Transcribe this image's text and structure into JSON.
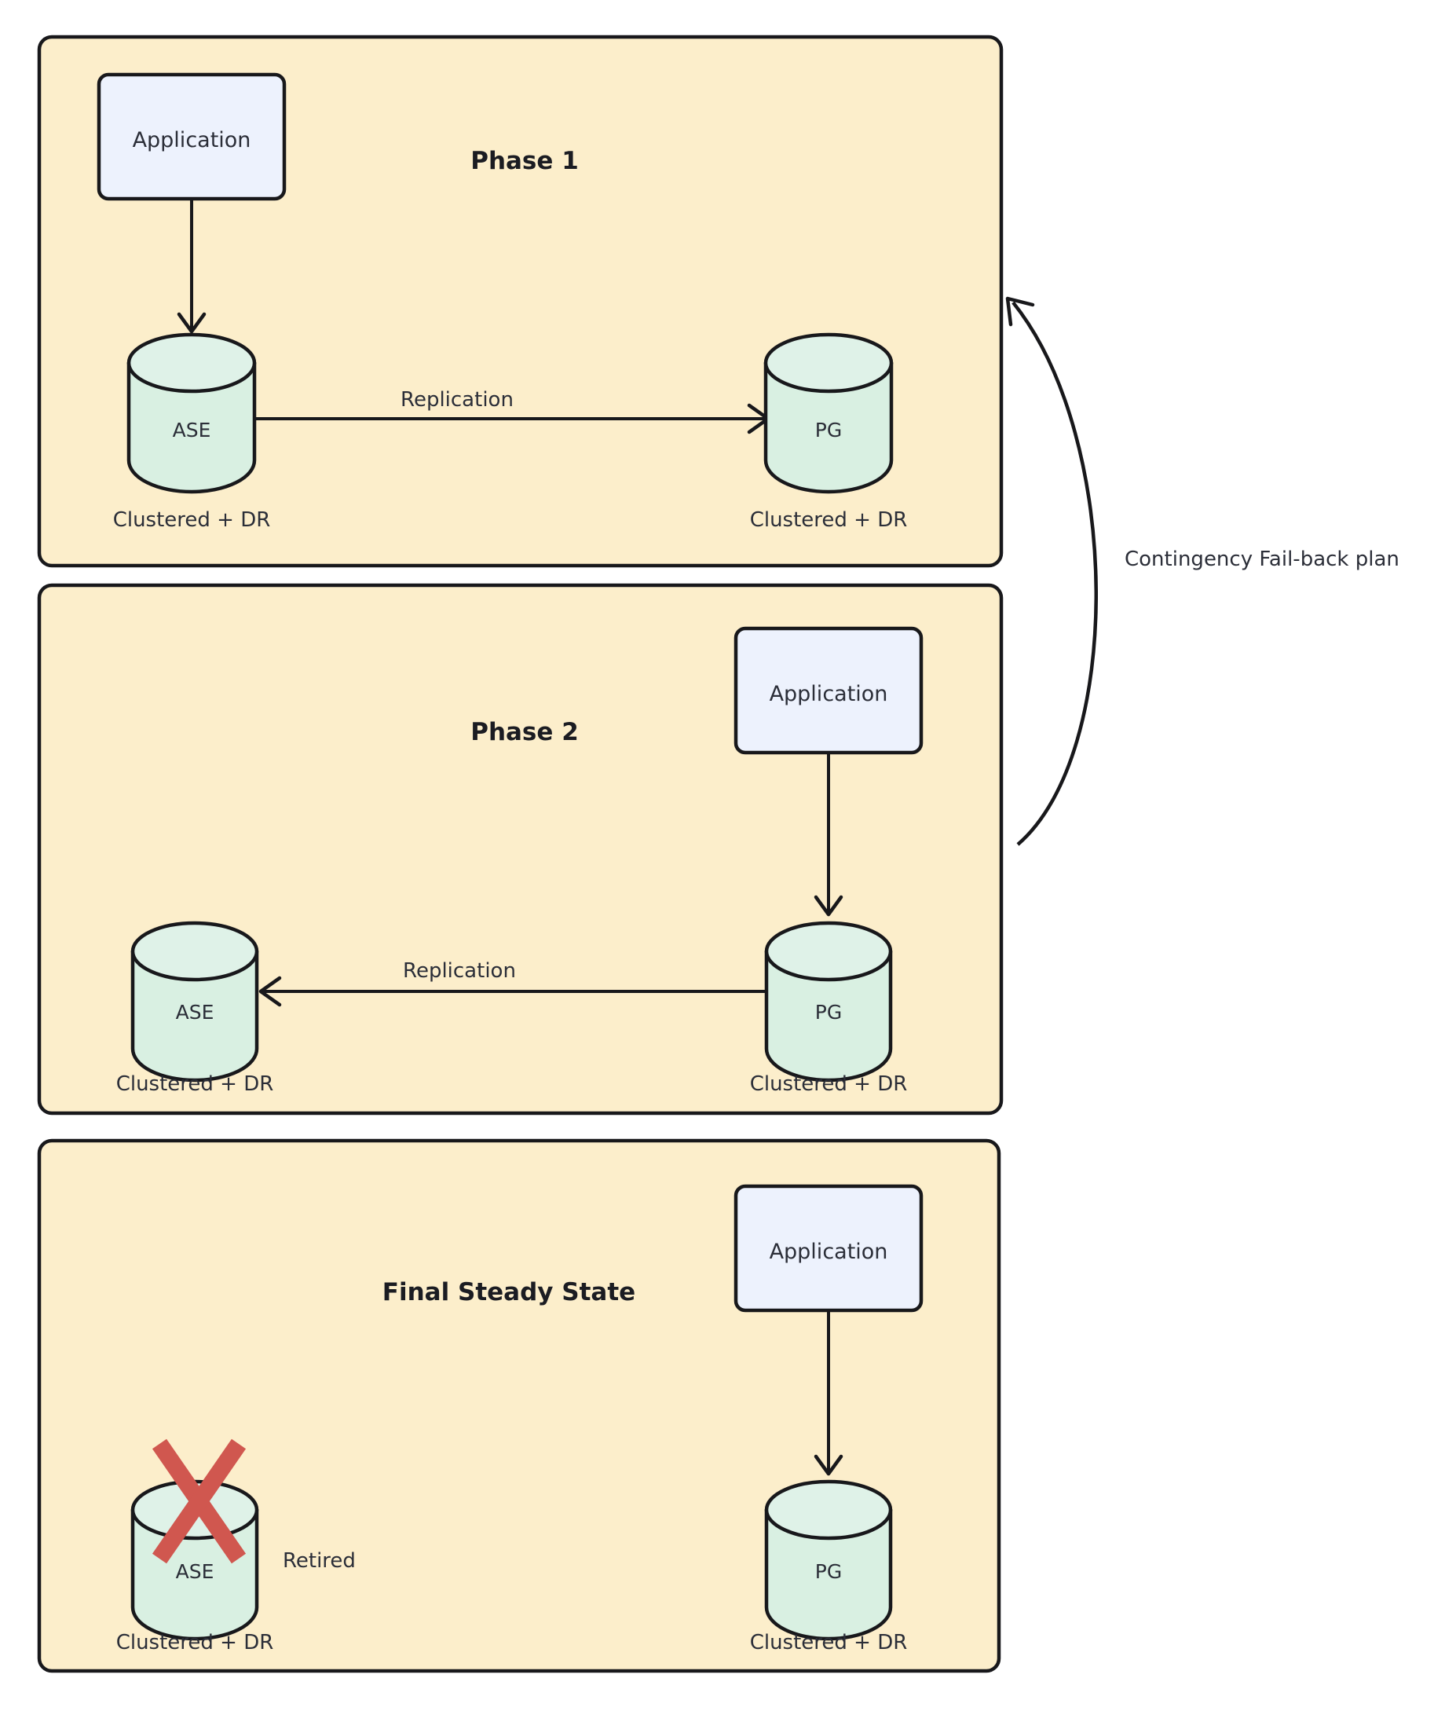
{
  "diagram": {
    "title_present": false,
    "colors": {
      "panel_fill": "#fceecb",
      "panel_stroke": "#18181b",
      "app_fill": "#edf2fd",
      "cylinder_fill": "#d9f0e2",
      "x_mark": "#d0574f",
      "text": "#2b2e38",
      "background": "#ffffff"
    },
    "panels": [
      {
        "id": "phase-1",
        "title": "Phase 1",
        "app": {
          "label": "Application",
          "position": "left"
        },
        "nodes": [
          {
            "id": "ase",
            "label": "ASE",
            "caption": "Clustered + DR",
            "position": "left"
          },
          {
            "id": "pg",
            "label": "PG",
            "caption": "Clustered + DR",
            "position": "right"
          }
        ],
        "edges": [
          {
            "from": "Application",
            "to": "ASE",
            "label": "",
            "direction": "down"
          },
          {
            "from": "ASE",
            "to": "PG",
            "label": "Replication",
            "direction": "right"
          }
        ]
      },
      {
        "id": "phase-2",
        "title": "Phase 2",
        "app": {
          "label": "Application",
          "position": "right"
        },
        "nodes": [
          {
            "id": "ase",
            "label": "ASE",
            "caption": "Clustered + DR",
            "position": "left"
          },
          {
            "id": "pg",
            "label": "PG",
            "caption": "Clustered + DR",
            "position": "right"
          }
        ],
        "edges": [
          {
            "from": "Application",
            "to": "PG",
            "label": "",
            "direction": "down"
          },
          {
            "from": "PG",
            "to": "ASE",
            "label": "Replication",
            "direction": "left"
          }
        ]
      },
      {
        "id": "final-steady-state",
        "title": "Final Steady State",
        "app": {
          "label": "Application",
          "position": "right"
        },
        "nodes": [
          {
            "id": "ase",
            "label": "ASE",
            "caption": "Clustered + DR",
            "position": "left",
            "status": "Retired",
            "crossed_out": true
          },
          {
            "id": "pg",
            "label": "PG",
            "caption": "Clustered + DR",
            "position": "right"
          }
        ],
        "edges": [
          {
            "from": "Application",
            "to": "PG",
            "label": "",
            "direction": "down"
          }
        ]
      }
    ],
    "side_annotation": {
      "label": "Contingency Fail-back plan",
      "from_panel": "phase-2",
      "to_panel": "phase-1"
    }
  }
}
